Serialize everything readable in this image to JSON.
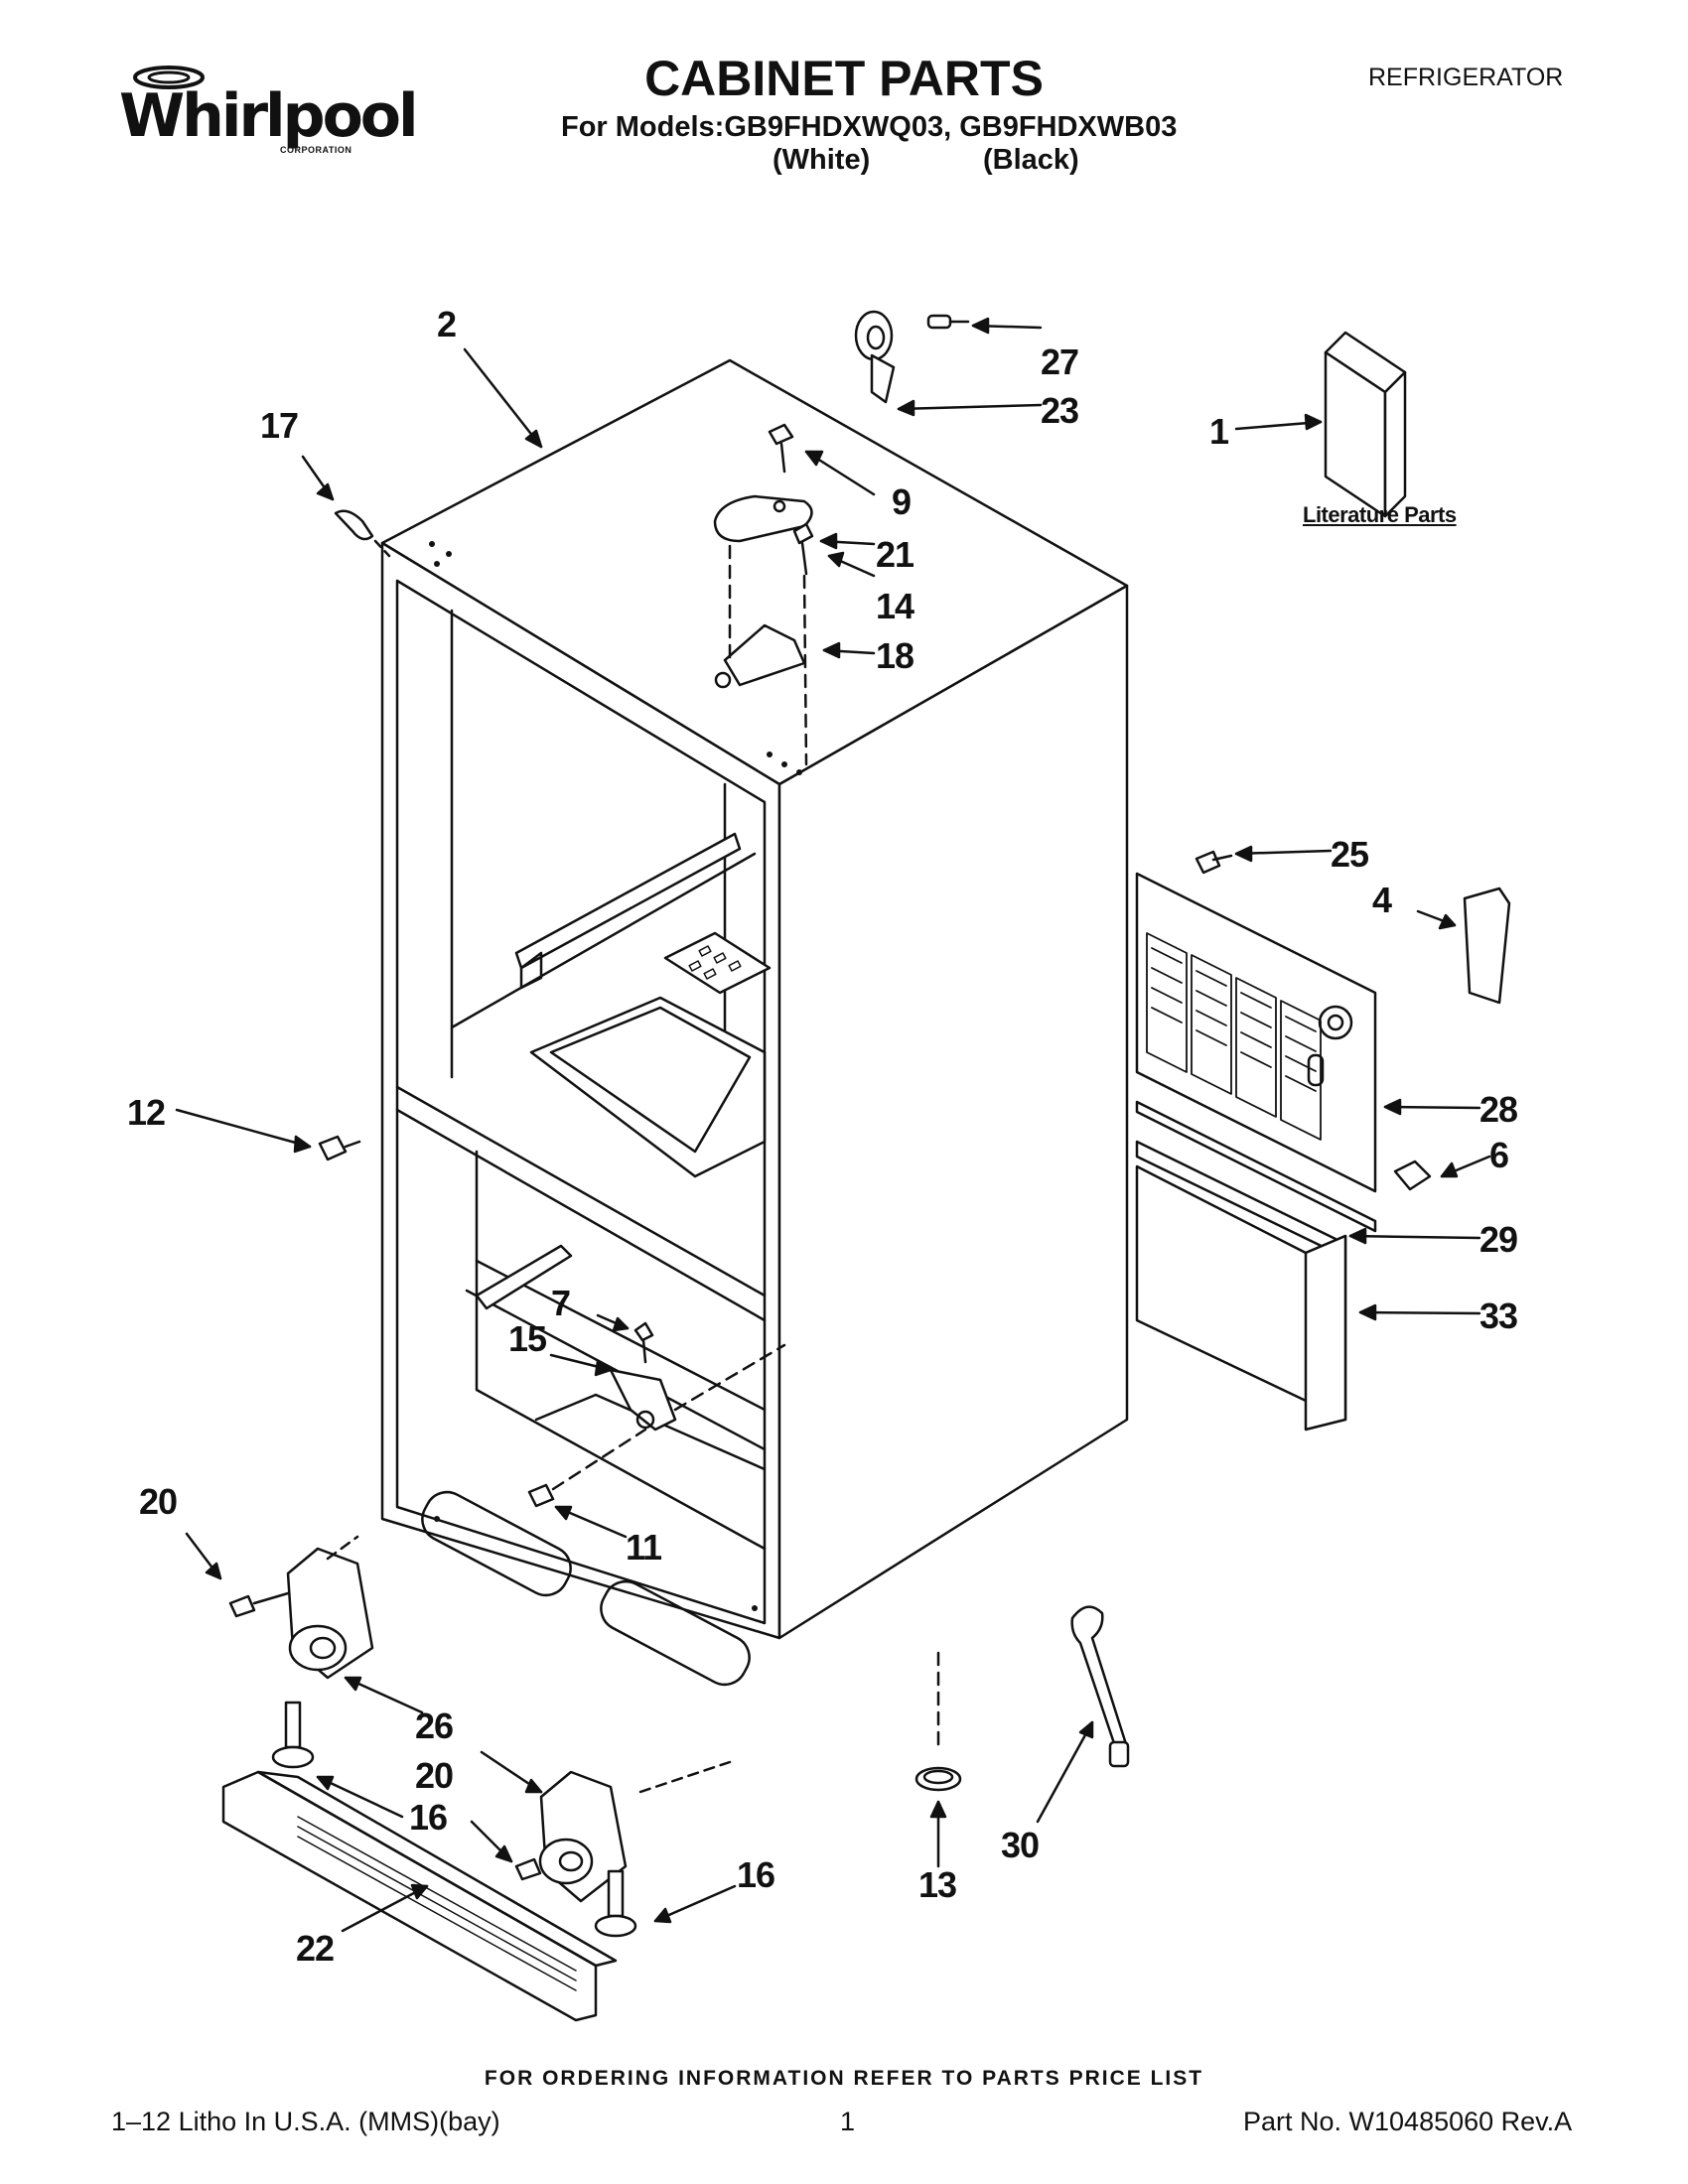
{
  "header": {
    "logo": "Whirlpool",
    "logo_sub": "CORPORATION",
    "title": "CABINET PARTS",
    "models": "For Models:GB9FHDXWQ03, GB9FHDXWB03",
    "variant_white": "(White)",
    "variant_black": "(Black)",
    "product_type": "REFRIGERATOR"
  },
  "callouts": {
    "c1": "1",
    "c2": "2",
    "c4": "4",
    "c6": "6",
    "c7": "7",
    "c9": "9",
    "c11": "11",
    "c12": "12",
    "c13": "13",
    "c14": "14",
    "c15": "15",
    "c16a": "16",
    "c16b": "16",
    "c17": "17",
    "c18": "18",
    "c20a": "20",
    "c20b": "20",
    "c21": "21",
    "c22": "22",
    "c23": "23",
    "c25": "25",
    "c26": "26",
    "c27": "27",
    "c28": "28",
    "c29": "29",
    "c30": "30",
    "c33": "33"
  },
  "literature_label": "Literature Parts",
  "footer": {
    "ordering": "FOR ORDERING INFORMATION REFER TO PARTS PRICE LIST",
    "litho": "1–12 Litho In U.S.A. (MMS)(bay)",
    "page": "1",
    "part_no": "Part No. W10485060 Rev.A"
  }
}
